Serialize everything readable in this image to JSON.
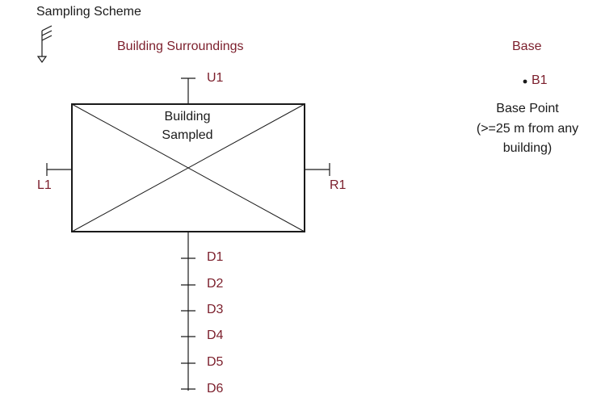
{
  "title": "Sampling Scheme",
  "surroundings_label": "Building Surroundings",
  "base_label": "Base",
  "building_label_line1": "Building",
  "building_label_line2": "Sampled",
  "points": {
    "up": "U1",
    "left": "L1",
    "right": "R1",
    "down": [
      "D1",
      "D2",
      "D3",
      "D4",
      "D5",
      "D6"
    ]
  },
  "base_point": {
    "id": "B1",
    "line1": "Base Point",
    "line2": "(>=25 m from any",
    "line3": "building)"
  },
  "colors": {
    "text": "#1a1a1a",
    "accent": "#7b1e2b",
    "line": "#1a1a1a"
  }
}
